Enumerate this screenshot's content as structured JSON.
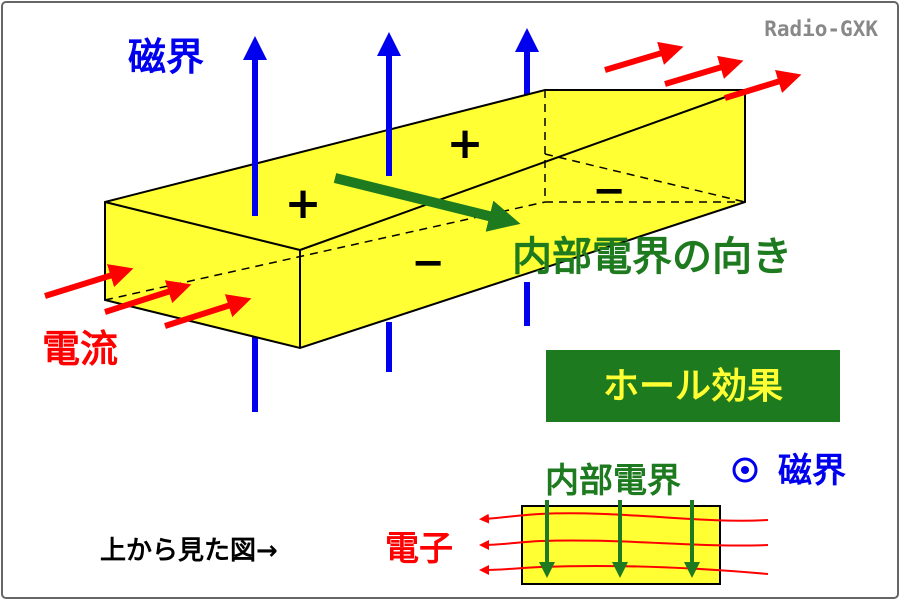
{
  "credit": "Radio-GXK",
  "labels": {
    "magnetic_field": "磁界",
    "current": "電流",
    "internal_field_direction": "内部電界の向き",
    "plus_sign": "+",
    "minus_sign": "−",
    "hall_effect_title": "ホール効果",
    "internal_field": "内部電界",
    "magnetic_field_out": "磁界",
    "top_view": "上から見た図→",
    "electrons": "電子"
  },
  "colors": {
    "conductor_fill": "#ffff33",
    "magnetic_field": "#0000ee",
    "current": "#ff0000",
    "internal_field": "#1e7a1e",
    "title_background": "#1e7a1e",
    "title_text": "#ffff33",
    "frame": "#666666"
  },
  "icons": {
    "field_out_of_page": "circle-dot-icon"
  }
}
